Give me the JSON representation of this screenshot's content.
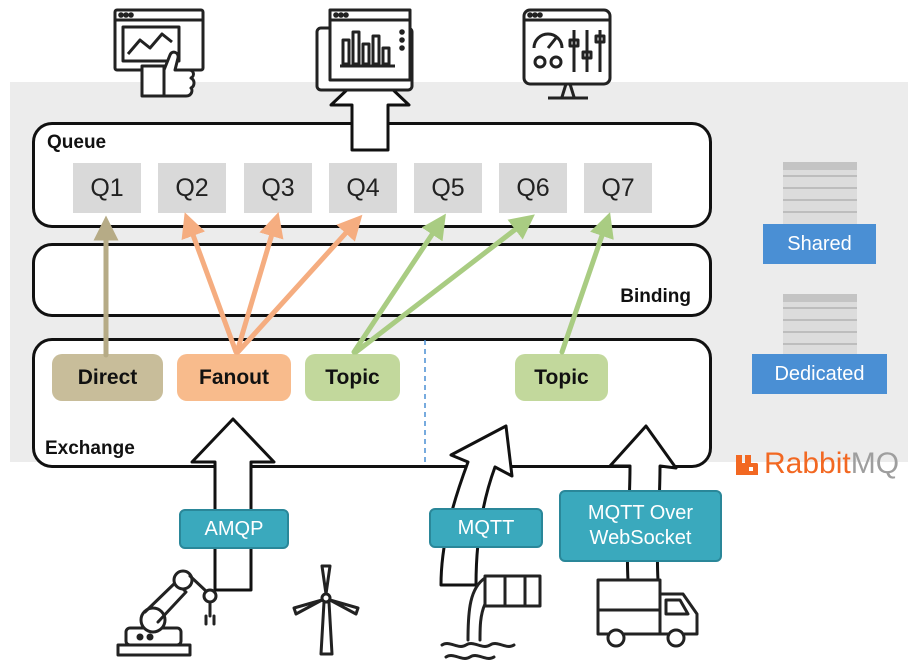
{
  "queue_panel": {
    "label": "Queue"
  },
  "queues": [
    "Q1",
    "Q2",
    "Q3",
    "Q4",
    "Q5",
    "Q6",
    "Q7"
  ],
  "binding_panel": {
    "label": "Binding"
  },
  "exchange_panel": {
    "label": "Exchange"
  },
  "exchanges": [
    {
      "label": "Direct",
      "color": "#c8bd9a"
    },
    {
      "label": "Fanout",
      "color": "#f8bb8c"
    },
    {
      "label": "Topic",
      "color": "#c2d89c"
    },
    {
      "label": "Topic",
      "color": "#c2d89c"
    }
  ],
  "protocols": [
    {
      "label": "AMQP"
    },
    {
      "label": "MQTT"
    },
    {
      "label": "MQTT Over WebSocket"
    }
  ],
  "servers": [
    {
      "label": "Shared"
    },
    {
      "label": "Dedicated"
    }
  ],
  "brand": {
    "part1": "Rabbit",
    "part2": "MQ",
    "color": "#f26822"
  },
  "binding_colors": {
    "direct": "#b6ab86",
    "fanout": "#f5ad80",
    "topic": "#a9cc82"
  },
  "icons": {
    "consumers": [
      "dashboard-like-icon",
      "monitor-chart-icon",
      "control-panel-icon"
    ],
    "producers": [
      "robot-arm-icon",
      "wind-turbine-icon",
      "water-pipe-icon",
      "truck-icon"
    ]
  }
}
